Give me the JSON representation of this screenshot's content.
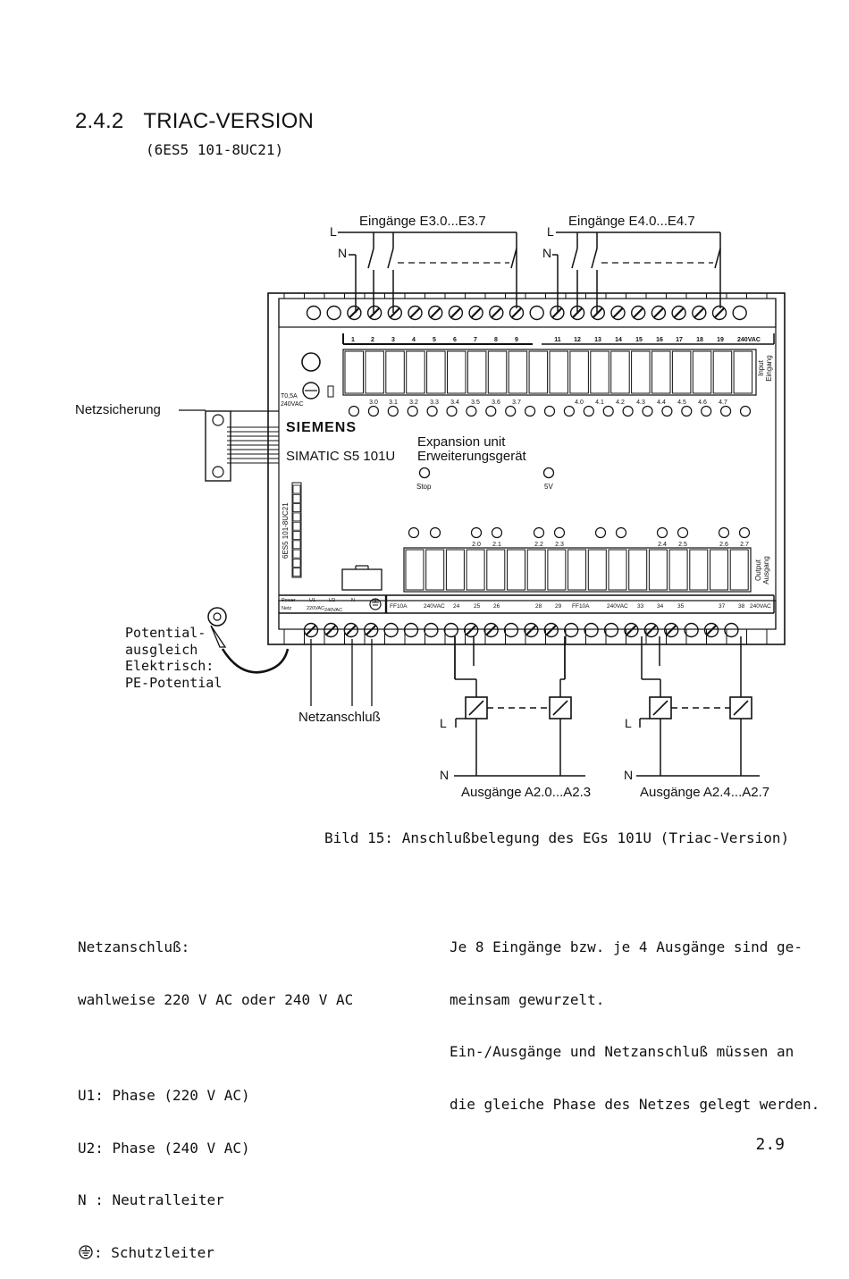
{
  "section": {
    "number": "2.4.2",
    "title": "TRIAC-VERSION",
    "subtitle": "(6ES5 101-8UC21)"
  },
  "diagram": {
    "inputs_left_label": "Eingänge E3.0...E3.7",
    "inputs_right_label": "Eingänge E4.0...E4.7",
    "L": "L",
    "N": "N",
    "netzsicherung": "Netzsicherung",
    "fuse_label_1": "T0,5A",
    "fuse_label_2": "240VAC",
    "brand": "SIEMENS",
    "model": "SIMATIC S5 101U",
    "expansion_1": "Expansion unit",
    "expansion_2": "Erweiterungsgerät",
    "stop": "Stop",
    "five_v": "5V",
    "order_no": "6ES5 101-8UC21",
    "input_side_1": "Input",
    "input_side_2": "Eingang",
    "output_side_1": "Output",
    "output_side_2": "Ausgang",
    "top_terminals": [
      "1",
      "2",
      "3",
      "4",
      "5",
      "6",
      "7",
      "8",
      "9",
      "11",
      "12",
      "13",
      "14",
      "15",
      "16",
      "17",
      "18",
      "19",
      "240VAC"
    ],
    "input_addr": [
      "3.0",
      "3.1",
      "3.2",
      "3.3",
      "3.4",
      "3.5",
      "3.6",
      "3.7",
      "4.0",
      "4.1",
      "4.2",
      "4.3",
      "4.4",
      "4.5",
      "4.6",
      "4.7"
    ],
    "output_addr": [
      "2.0",
      "2.1",
      "2.2",
      "2.3",
      "2.4",
      "2.5",
      "2.6",
      "2.7"
    ],
    "bottom_terminals": [
      "Power",
      "Netz",
      "U1",
      "U2",
      "N",
      "220VAC",
      "240VAC",
      "FF10A",
      "240VAC",
      "24",
      "25",
      "26",
      "28",
      "29",
      "FF10A",
      "240VAC",
      "33",
      "34",
      "35",
      "37",
      "38",
      "240VAC"
    ],
    "potential_1": "Potential-",
    "potential_2": "ausgleich",
    "potential_3": "Elektrisch:",
    "potential_4": "PE-Potential",
    "netzanschluss": "Netzanschluß",
    "outputs_left_label": "Ausgänge A2.0...A2.3",
    "outputs_right_label": "Ausgänge A2.4...A2.7"
  },
  "caption": "Bild 15: Anschlußbelegung des EGs 101U (Triac-Version)",
  "notes_left": {
    "title": "Netzanschluß:",
    "line1": "wahlweise 220 V AC oder 240 V AC",
    "u1": "U1: Phase (220 V AC)",
    "u2": "U2: Phase (240 V AC)",
    "n": "N : Neutralleiter",
    "pe": ": Schutzleiter"
  },
  "notes_right": {
    "line1": "Je 8 Eingänge bzw. je 4 Ausgänge sind ge-",
    "line2": "meinsam gewurzelt.",
    "line3": "Ein-/Ausgänge und Netzanschluß müssen an",
    "line4": "die gleiche Phase des Netzes gelegt werden."
  },
  "page_number": "2.9"
}
